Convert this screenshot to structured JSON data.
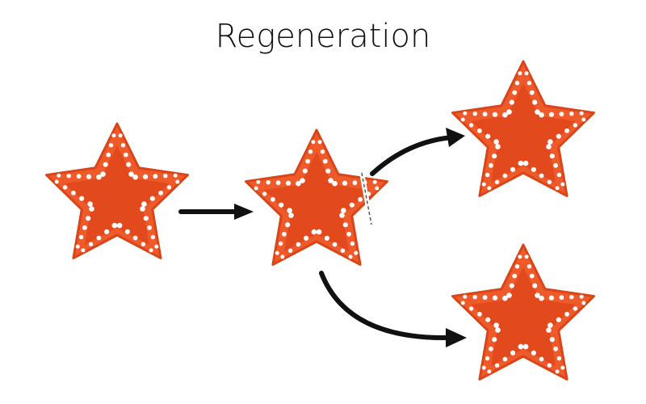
{
  "title": "Regeneration",
  "colors": {
    "star_fill": "#ef5a2b",
    "star_inner": "#e24a1e",
    "star_outline": "#d94519",
    "dots": "#ffffff",
    "arrow": "#111111",
    "background": "#ffffff"
  },
  "stages": [
    {
      "label": "",
      "kind": "whole-starfish"
    },
    {
      "label": "",
      "kind": "starfish-arm-cut"
    },
    {
      "label": "",
      "kind": "regenerated-starfish"
    },
    {
      "label": "",
      "kind": "regenerated-starfish"
    }
  ],
  "icons": {
    "starfish": "starfish-icon",
    "arrow": "arrow-icon"
  }
}
